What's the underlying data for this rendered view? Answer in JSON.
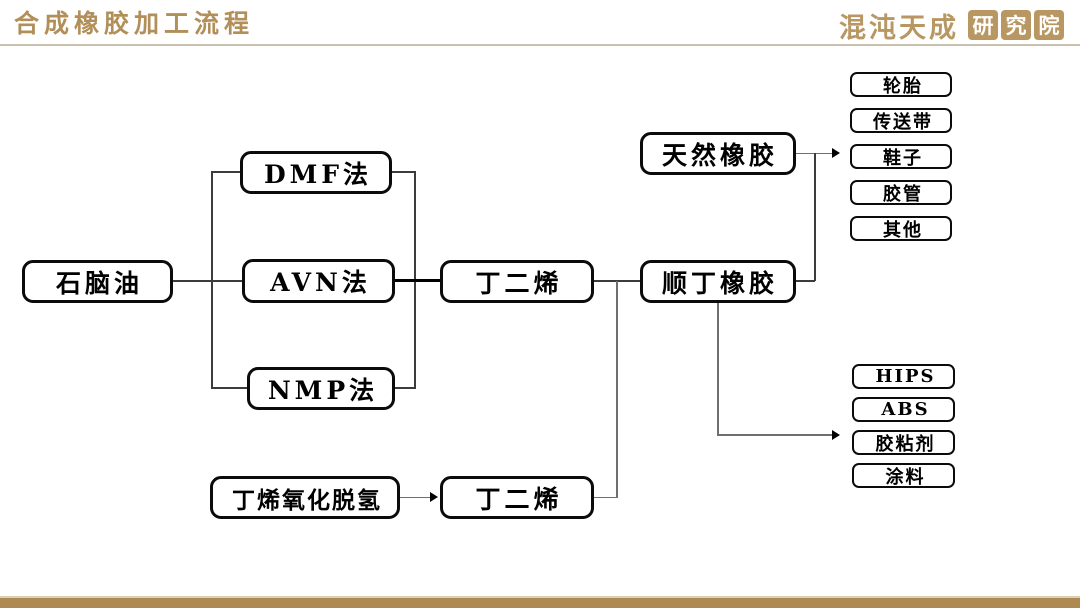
{
  "header": {
    "title": "合成橡胶加工流程",
    "logo_main": "混沌天成",
    "logo_suffix": [
      "研",
      "究",
      "院"
    ]
  },
  "flowchart": {
    "nodes": {
      "naphtha": {
        "label": "石脑油"
      },
      "dmf": {
        "label": "DMF法"
      },
      "avn": {
        "label": "AVN法"
      },
      "nmp": {
        "label": "NMP法"
      },
      "butadiene_top": {
        "label": "丁二烯"
      },
      "cis_butadiene_rubber": {
        "label": "顺丁橡胶"
      },
      "natural_rubber": {
        "label": "天然橡胶"
      },
      "butene_oxidative_dehydrogenation": {
        "label": "丁烯氧化脱氢"
      },
      "butadiene_bottom": {
        "label": "丁二烯"
      }
    },
    "apps_top": [
      "轮胎",
      "传送带",
      "鞋子",
      "胶管",
      "其他"
    ],
    "apps_bottom": [
      "HIPS",
      "ABS",
      "胶粘剂",
      "涂料"
    ],
    "edges": [
      {
        "from": "石脑油",
        "to": "DMF法"
      },
      {
        "from": "石脑油",
        "to": "AVN法"
      },
      {
        "from": "石脑油",
        "to": "NMP法"
      },
      {
        "from": "DMF法",
        "to": "丁二烯"
      },
      {
        "from": "AVN法",
        "to": "丁二烯"
      },
      {
        "from": "NMP法",
        "to": "丁二烯"
      },
      {
        "from": "丁二烯",
        "to": "顺丁橡胶"
      },
      {
        "from": "丁烯氧化脱氢",
        "to": "丁二烯(下)"
      },
      {
        "from": "丁二烯(下)",
        "to": "顺丁橡胶"
      },
      {
        "from": "天然橡胶",
        "to": "轮胎/传送带/鞋子/胶管/其他"
      },
      {
        "from": "顺丁橡胶",
        "to": "轮胎/传送带/鞋子/胶管/其他"
      },
      {
        "from": "顺丁橡胶",
        "to": "HIPS/ABS/胶粘剂/涂料"
      }
    ]
  },
  "colors": {
    "accent_gold": "#b28f58",
    "logo_gold": "#b89763",
    "footer_bar": "#ad8a52",
    "box_border": "#0b0b0b",
    "connector": "#3c3c3c"
  }
}
